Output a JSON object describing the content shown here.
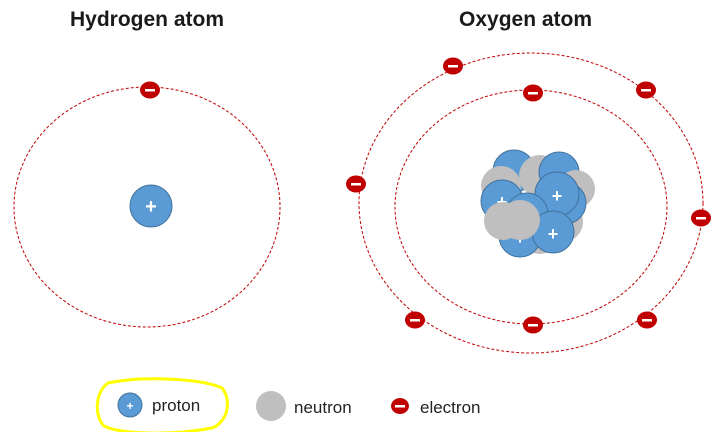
{
  "titles": {
    "hydrogen": "Hydrogen atom",
    "oxygen": "Oxygen atom"
  },
  "symbols": {
    "proton": "+",
    "electron": "−"
  },
  "legend": {
    "proton": "proton",
    "neutron": "neutron",
    "electron": "electron"
  },
  "atoms": {
    "hydrogen": {
      "protons": 1,
      "neutrons": 0,
      "electrons": 1
    },
    "oxygen": {
      "protons": 8,
      "neutrons": 8,
      "electrons": 8,
      "electron_shells": [
        2,
        6
      ]
    }
  },
  "colors": {
    "proton_fill": "#5b9bd5",
    "proton_stroke": "#41719c",
    "neutron_fill": "#bfbfbf",
    "electron_fill": "#c00000",
    "orbit": "#c00000",
    "highlight": "#ffff00"
  }
}
